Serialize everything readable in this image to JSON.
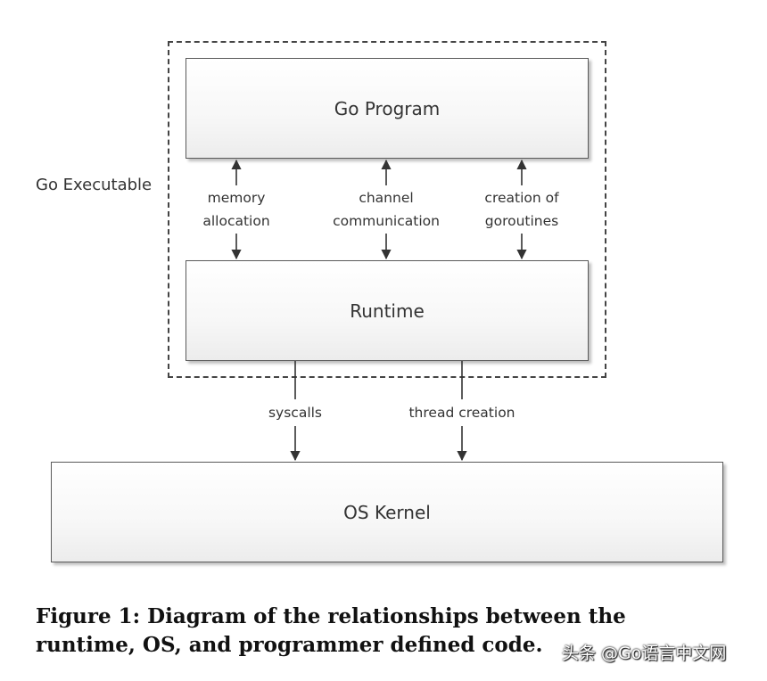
{
  "diagram": {
    "boxes": {
      "go_program": "Go Program",
      "runtime": "Runtime",
      "os_kernel": "OS Kernel"
    },
    "container_label": "Go Executable",
    "labels": {
      "memory_allocation": [
        "memory",
        "allocation"
      ],
      "channel_communication": [
        "channel",
        "communication"
      ],
      "creation_of_goroutines": [
        "creation of",
        "goroutines"
      ],
      "syscalls": "syscalls",
      "thread_creation": "thread creation"
    }
  },
  "caption": {
    "line1": "Figure 1: Diagram of the relationships between the",
    "line2": "runtime, OS, and programmer defined code."
  },
  "watermark": "头条 @Go语言中文网",
  "colors": {
    "box_border": "#5a5a5a",
    "line": "#333333",
    "text": "#333333"
  }
}
